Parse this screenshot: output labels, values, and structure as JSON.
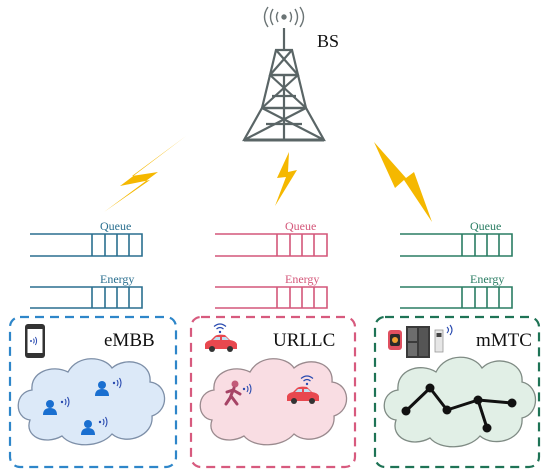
{
  "base_station": {
    "label": "BS",
    "icon": "cell-tower-icon",
    "signal_icon": "radio-waves-icon"
  },
  "links": {
    "icon": "lightning-bolt-icon",
    "color": "#f5b800"
  },
  "slices": [
    {
      "id": "embb",
      "name": "eMBB",
      "color": "#2e86c9",
      "cloud_fill": "#dce9f8",
      "queue_color": "#2a6f8f",
      "queue_label": "Queue",
      "energy_label": "Energy",
      "device_icon": "smartphone-icon",
      "member_icon": "user-icon"
    },
    {
      "id": "urllc",
      "name": "URLLC",
      "color": "#d75a7e",
      "cloud_fill": "#f9dde3",
      "queue_color": "#d4577a",
      "queue_label": "Queue",
      "energy_label": "Energy",
      "device_icon": "connected-car-icon",
      "member_icon": "pedestrian-icon"
    },
    {
      "id": "mmtc",
      "name": "mMTC",
      "color": "#1e7355",
      "cloud_fill": "#e1efe6",
      "queue_color": "#2a7d63",
      "queue_label": "Queue",
      "energy_label": "Energy",
      "device_icon": "iot-devices-icon",
      "member_icon": "sensor-network-icon"
    }
  ]
}
